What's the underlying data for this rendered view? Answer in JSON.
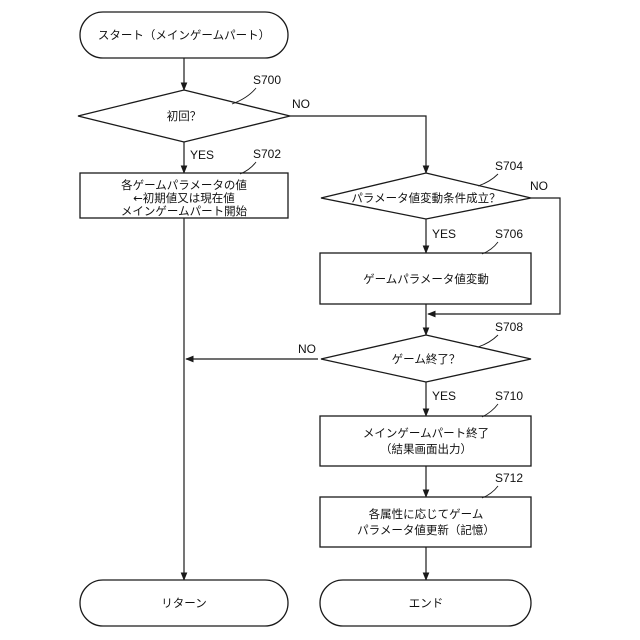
{
  "nodes": {
    "start": {
      "text": "スタート（メインゲームパート）"
    },
    "first_time": {
      "text": "初回？",
      "step": "S700"
    },
    "init_params": {
      "lines": [
        "各ゲームパラメータの値",
        "←初期値又は現在値",
        "メインゲームパート開始"
      ],
      "step": "S702"
    },
    "param_condition": {
      "text": "パラメータ値変動条件成立？",
      "step": "S704"
    },
    "param_change": {
      "text": "ゲームパラメータ値変動",
      "step": "S706"
    },
    "game_over": {
      "text": "ゲーム終了？",
      "step": "S708"
    },
    "main_end": {
      "lines": [
        "メインゲームパート終了",
        "（結果画面出力）"
      ],
      "step": "S710"
    },
    "update_params": {
      "lines": [
        "各属性に応じてゲーム",
        "パラメータ値更新（記憶）"
      ],
      "step": "S712"
    },
    "return": {
      "text": "リターン"
    },
    "end": {
      "text": "エンド"
    }
  },
  "edge_labels": {
    "first_no": "NO",
    "first_yes": "YES",
    "cond_no": "NO",
    "cond_yes": "YES",
    "over_no": "NO",
    "over_yes": "YES"
  }
}
